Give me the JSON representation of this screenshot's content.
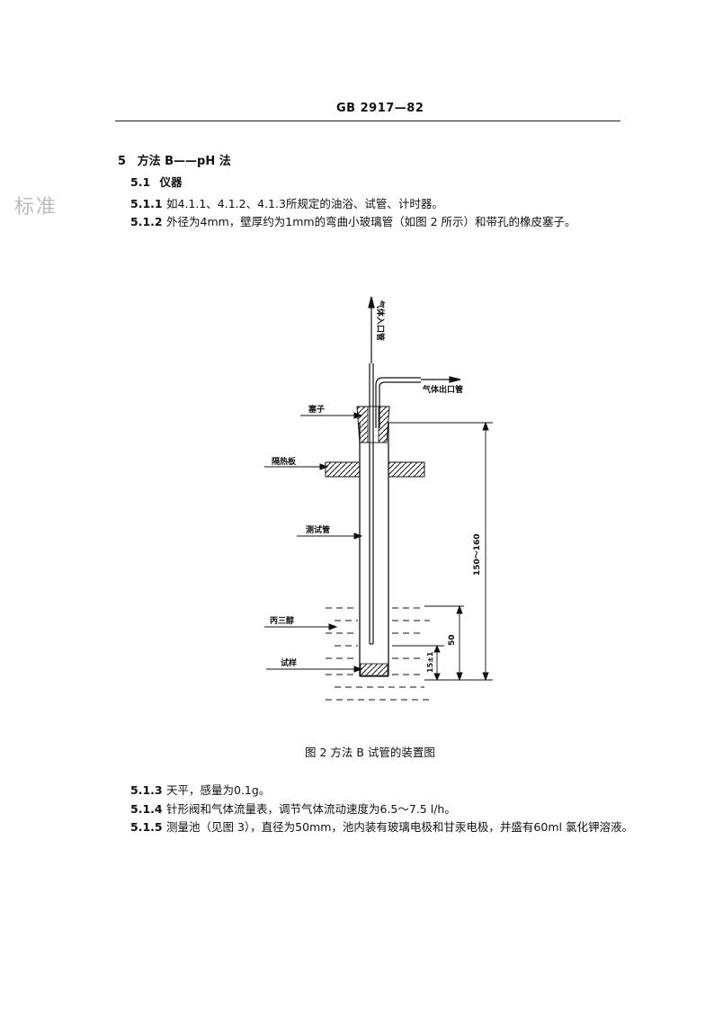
{
  "header": "GB 2917—82",
  "watermark": "标准",
  "section": {
    "num": "5",
    "title": "方法 B——pH 法"
  },
  "sub": {
    "num": "5.1",
    "title": "仪器"
  },
  "items_top": [
    {
      "num": "5.1.1",
      "text": "如4.1.1、4.1.2、4.1.3所规定的油浴、试管、计时器。"
    },
    {
      "num": "5.1.2",
      "text": "外径为4mm，壁厚约为1mm的弯曲小玻璃管（如图 2 所示）和带孔的橡皮塞子。"
    }
  ],
  "figure": {
    "labels": {
      "inlet": "气体入口管",
      "outlet": "气体出口管",
      "stopper": "塞子",
      "insulation": "隔热板",
      "test_tube": "测试管",
      "glycerol": "丙三醇",
      "sample": "试样",
      "dim_total": "150～160",
      "dim_50": "50",
      "dim_15": "15±1"
    },
    "caption": "图 2   方法 B 试管的装置图"
  },
  "items_bottom": [
    {
      "num": "5.1.3",
      "text": "天平，感量为0.1g。"
    },
    {
      "num": "5.1.4",
      "text": "针形阀和气体流量表，调节气体流动速度为6.5～7.5 l/h。"
    },
    {
      "num": "5.1.5",
      "text": "测量池（见图 3），直径为50mm，池内装有玻璃电极和甘汞电极，并盛有60ml 氯化钾溶液。"
    }
  ]
}
